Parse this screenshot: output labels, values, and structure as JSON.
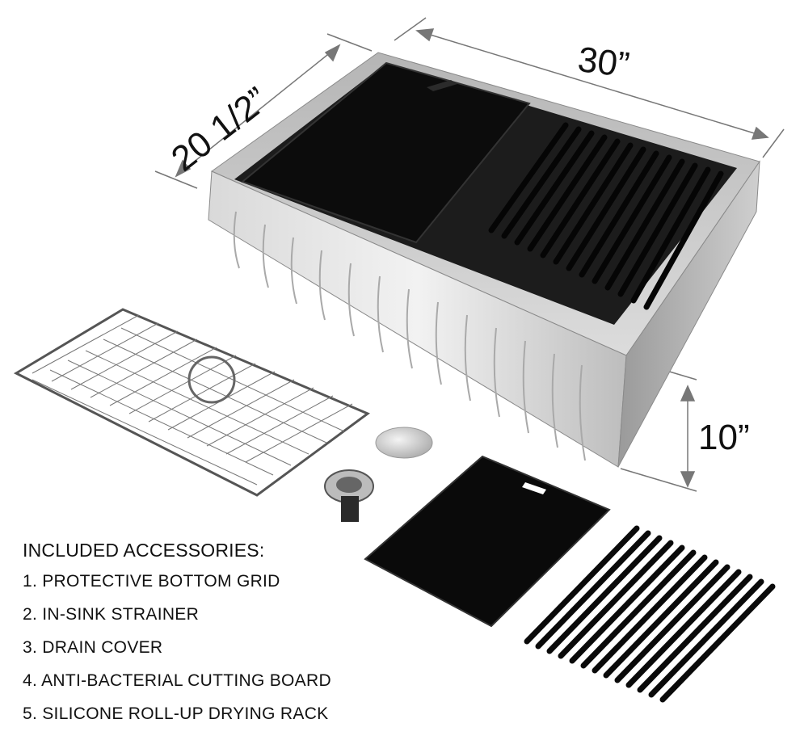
{
  "dimensions": {
    "width": "30”",
    "depth": "20 1/2”",
    "height": "10”"
  },
  "accessories": {
    "title": "INCLUDED ACCESSORIES:",
    "items": [
      "1. PROTECTIVE BOTTOM GRID",
      "2. IN-SINK STRAINER",
      "3. DRAIN COVER",
      "4. ANTI-BACTERIAL CUTTING BOARD",
      "5. SILICONE ROLL-UP DRYING RACK"
    ]
  },
  "colors": {
    "steel_light": "#e4e4e4",
    "steel_mid": "#bdbdbd",
    "steel_dark": "#8c8c8c",
    "black": "#111111",
    "text": "#111111"
  }
}
